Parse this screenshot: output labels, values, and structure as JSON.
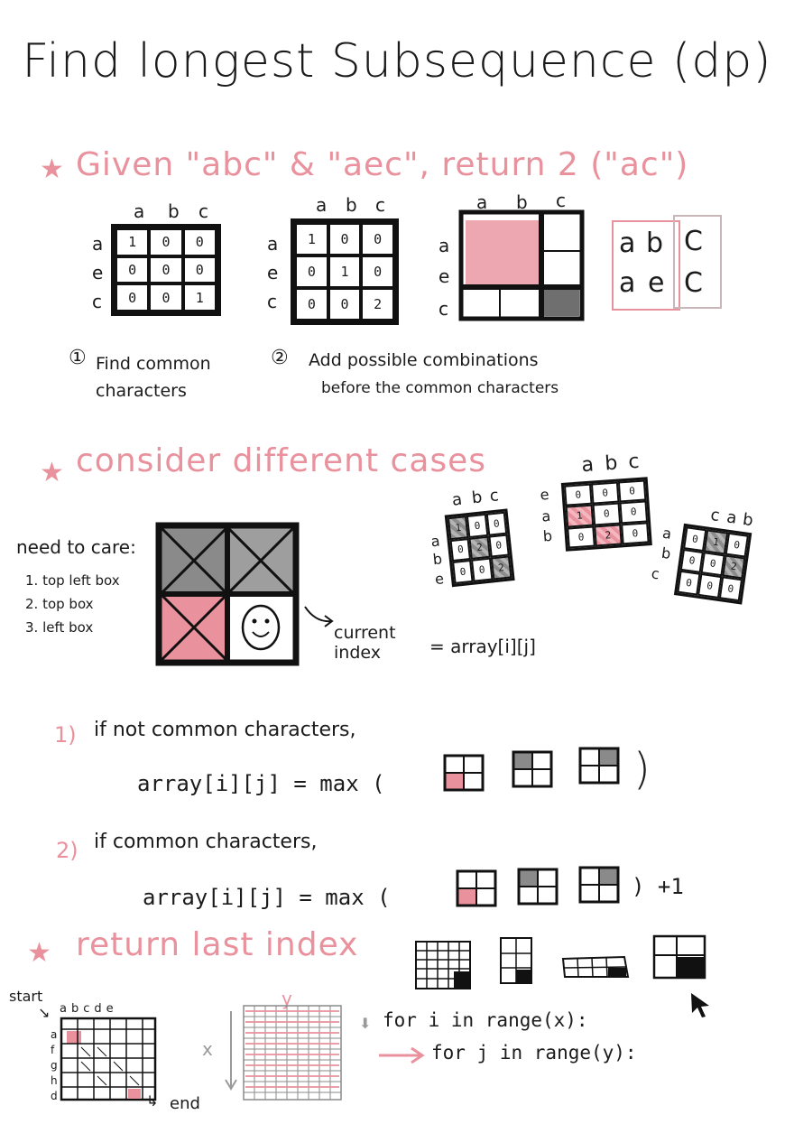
{
  "title": "Find longest Subsequence (dp)",
  "section1": {
    "heading": "Given \"abc\" & \"aec\", return 2 (\"ac\")",
    "table1": {
      "cols": [
        "a",
        "b",
        "c"
      ],
      "rows": [
        "a",
        "e",
        "c"
      ],
      "cells": [
        [
          "1",
          "0",
          "0"
        ],
        [
          "0",
          "0",
          "0"
        ],
        [
          "0",
          "0",
          "1"
        ]
      ]
    },
    "table2": {
      "cols": [
        "a",
        "b",
        "c"
      ],
      "rows": [
        "a",
        "e",
        "c"
      ],
      "cells": [
        [
          "1",
          "0",
          "0"
        ],
        [
          "0",
          "1",
          "0"
        ],
        [
          "0",
          "0",
          "2"
        ]
      ]
    },
    "table3": {
      "cols": [
        "a",
        "b",
        "c"
      ],
      "rows": [
        "a",
        "e",
        "c"
      ]
    },
    "pair": {
      "top": [
        "a",
        "b",
        "C"
      ],
      "bottom": [
        "a",
        "e",
        "C"
      ]
    },
    "step1_num": "①",
    "step1": "Find common characters",
    "step2_num": "②",
    "step2a": "Add possible combinations",
    "step2b": "before the common characters"
  },
  "section2": {
    "heading": "consider different cases",
    "need_title": "need to care:",
    "needs": [
      "1. top left box",
      "2. top box",
      "3. left box"
    ],
    "current": "current index",
    "equals": "= array[i][j]",
    "ex1": {
      "cols": [
        "a",
        "b",
        "c"
      ],
      "rows": [
        "a",
        "b",
        "e"
      ],
      "cells": [
        [
          "1",
          "0",
          "0"
        ],
        [
          "0",
          "2",
          "0"
        ],
        [
          "0",
          "0",
          "2"
        ]
      ]
    },
    "ex2": {
      "cols": [
        "a",
        "b",
        "c"
      ],
      "rows": [
        "e",
        "a",
        "b"
      ],
      "cells": [
        [
          "0",
          "0",
          "0"
        ],
        [
          "1",
          "0",
          "0"
        ],
        [
          "0",
          "2",
          "0"
        ]
      ]
    },
    "ex3": {
      "cols": [
        "c",
        "a",
        "b"
      ],
      "rows": [
        "a",
        "b",
        "c"
      ],
      "cells": [
        [
          "0",
          "1",
          "0"
        ],
        [
          "0",
          "0",
          "2"
        ],
        [
          "0",
          "0",
          "0"
        ]
      ]
    },
    "case1_label": "1)",
    "case1_text": "if not common characters,",
    "case1_formula_lhs": "array[i][j] = max (",
    "case1_formula_rhs": ")",
    "case2_label": "2)",
    "case2_text": "if common characters,",
    "case2_formula_lhs": "array[i][j] = max (",
    "case2_formula_rhs": ") +1"
  },
  "section3": {
    "heading": "return last index",
    "start": "start",
    "end": "end",
    "grid_cols": [
      "a",
      "b",
      "c",
      "d",
      "e"
    ],
    "grid_rows": [
      "a",
      "f",
      "g",
      "h",
      "d"
    ],
    "x_label": "x",
    "y_label": "y",
    "loop1": "for i in range(x):",
    "loop2": "for j in range(y):"
  }
}
